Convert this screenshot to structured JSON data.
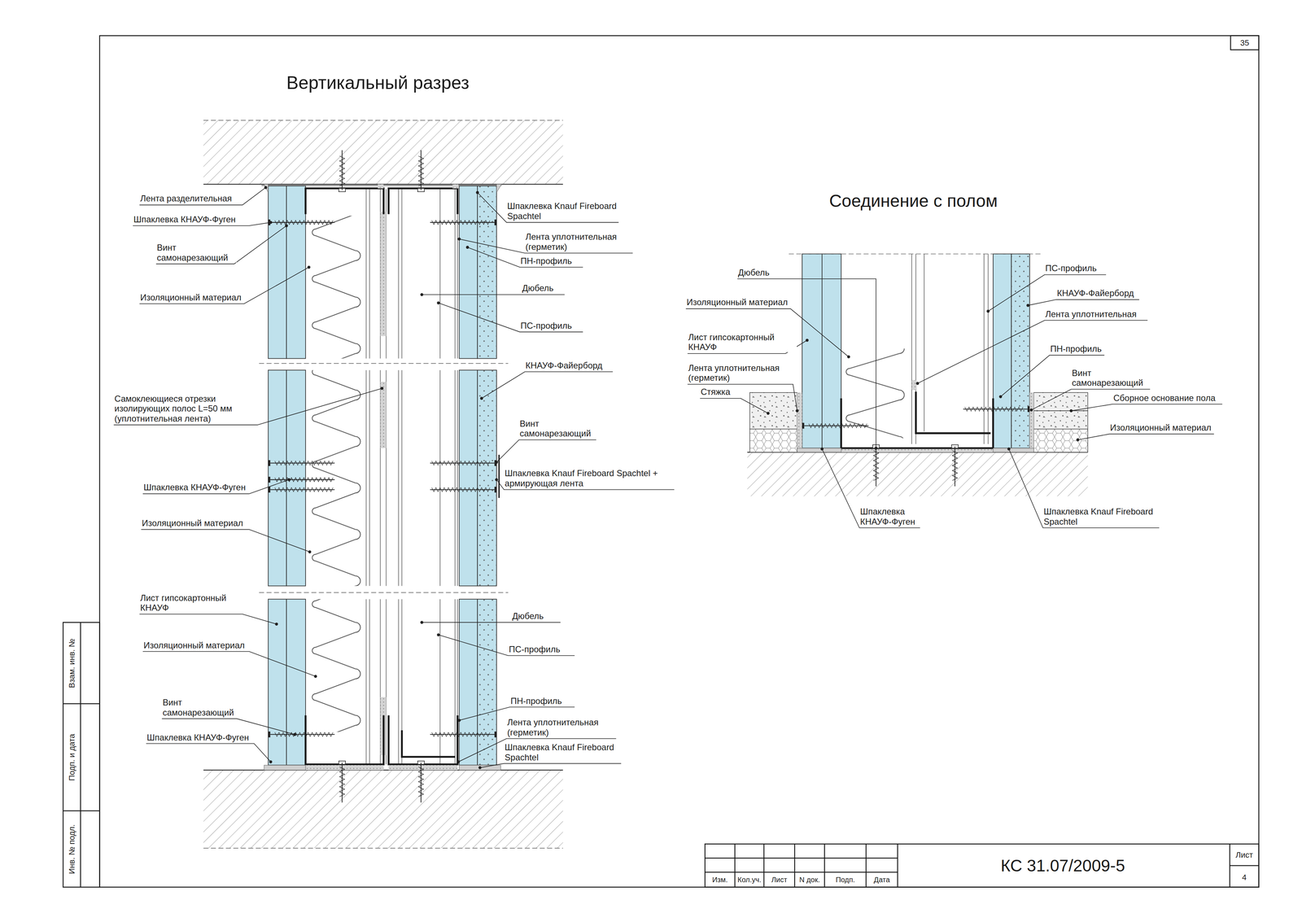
{
  "diagram": {
    "title": "Вертикальный разрез",
    "labels": [
      "Лента разделительная",
      "Шпаклевка КНАУФ-Фуген",
      "Винт самонарезающий",
      "Изоляционный материал",
      "Самоклеющиеся отрезки изолирующих полос L=50 мм (уплотнительная лента)",
      "Шпаклевка КНАУФ-Фуген",
      "Изоляционный материал",
      "Лист гипсокартонный КНАУФ",
      "Изоляционный материал",
      "Винт самонарезающий",
      "Шпаклевка КНАУФ-Фуген",
      "Шпаклевка Knauf Fireboard Spachtel",
      "Лента уплотнительная (герметик)",
      "ПН-профиль",
      "Дюбель",
      "ПС-профиль",
      "КНАУФ-Файерборд",
      "Винт самонарезающий",
      "Шпаклевка Knauf Fireboard Spachtel + армирующая лента",
      "Дюбель",
      "ПС-профиль",
      "ПН-профиль",
      "Лента уплотнительная (герметик)",
      "Шпаклевка Knauf Fireboard Spachtel",
      "Соединение с полом",
      "Дюбель",
      "Изоляционный материал",
      "Лист гипсокартонный КНАУФ",
      "Лента уплотнительная (герметик)",
      "Стяжка",
      "ПС-профиль",
      "КНАУФ-Файерборд",
      "Лента уплотнительная",
      "ПН-профиль",
      "Винт самонарезающий",
      "Сборное основание пола",
      "Изоляционный материал",
      "Шпаклевка КНАУФ-Фуген",
      "Шпаклевка Knauf Fireboard Spachtel",
      "Изм.",
      "Кол.уч.",
      "Лист",
      "N док.",
      "Подп.",
      "Дата",
      "КС 31.07/2009-5",
      "Лист",
      "4",
      "35",
      "Взам. инв. №",
      "Подп. и дата",
      "Инв. № подл."
    ]
  }
}
